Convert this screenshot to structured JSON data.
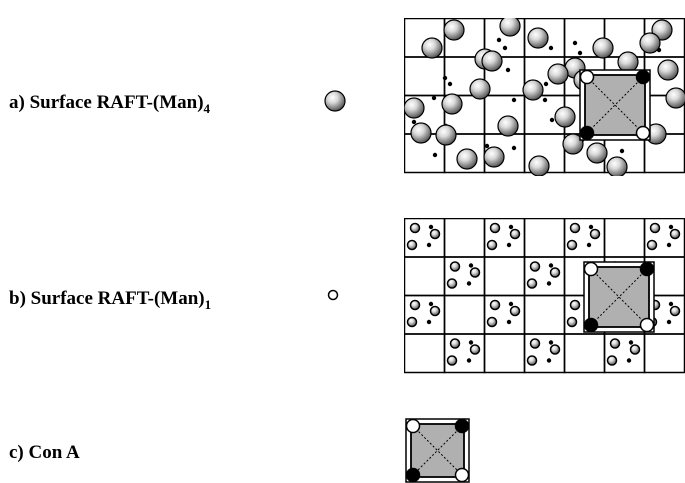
{
  "labels": {
    "a_text": "a) Surface RAFT-(Man)",
    "a_sub": "4",
    "b_text": "b) Surface RAFT-(Man)",
    "b_sub": "1",
    "c_text": "c) Con A"
  },
  "legend": {
    "man4_symbol": "large-gray-sphere-icon",
    "man1_symbol": "small-open-circle-icon"
  },
  "colors": {
    "grid_line": "#000000",
    "con_a_fill": "#b0b0b0",
    "sphere_light": "#d8d8d8",
    "sphere_dark": "#3c3c3c",
    "background": "#ffffff"
  }
}
